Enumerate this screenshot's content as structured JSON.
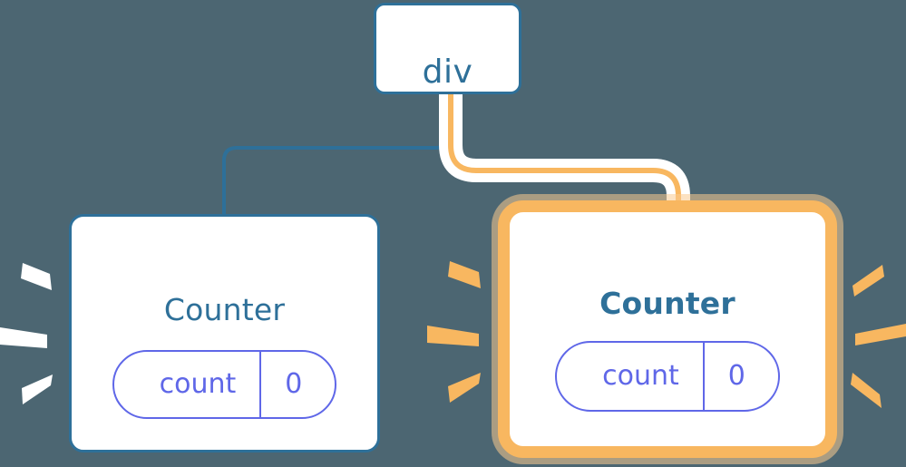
{
  "diagram": {
    "title": "component-tree-reactivity",
    "background_color": "#4c6672"
  },
  "colors": {
    "background": "#4c6672",
    "blue": "#2e7099",
    "orange": "#f8b760",
    "orange_glow": "#fbd6a2",
    "purple": "#5f67e8",
    "white": "#ffffff"
  },
  "nodes": {
    "root": {
      "label": "div",
      "border_color": "#2e7099",
      "highlighted": false
    },
    "counter_left": {
      "label": "Counter",
      "border_color": "#2e7099",
      "highlighted": false,
      "state": {
        "key": "count",
        "value": "0"
      }
    },
    "counter_right": {
      "label": "Counter",
      "border_color": "#f8b760",
      "highlighted": true,
      "state": {
        "key": "count",
        "value": "0"
      }
    }
  },
  "edges": [
    {
      "name": "div-to-counter-left",
      "from": "root",
      "to": "counter_left",
      "color": "#2e7099",
      "highlighted": false
    },
    {
      "name": "div-to-counter-right",
      "from": "root",
      "to": "counter_right",
      "color": "#f8b760",
      "highlighted": true
    }
  ],
  "bursts": [
    {
      "name": "burst-left-counter-left",
      "color": "#ffffff",
      "side": "left"
    },
    {
      "name": "burst-left-counter-right",
      "color": "#f8b760",
      "side": "right"
    },
    {
      "name": "burst-right-counter-left",
      "color": "#f8b760",
      "side": "left"
    },
    {
      "name": "burst-right-counter-right",
      "color": "#f8b760",
      "side": "right"
    }
  ]
}
